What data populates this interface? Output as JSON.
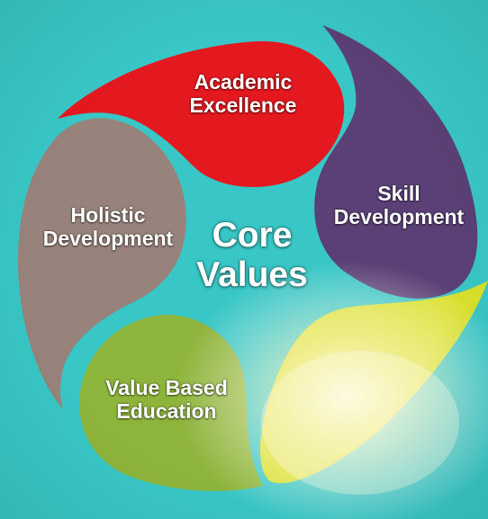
{
  "center": {
    "line1": "Core",
    "line2": "Values"
  },
  "segments": [
    {
      "line1": "Academic",
      "line2": "Excellence",
      "color": "#e4181f"
    },
    {
      "line1": "Skill",
      "line2": "Development",
      "color": "#5a4076"
    },
    {
      "line1": "",
      "line2": "",
      "color": "#d9e02b"
    },
    {
      "line1": "Value Based",
      "line2": "Education",
      "color": "#8db43b"
    },
    {
      "line1": "Holistic",
      "line2": "Development",
      "color": "#97837b"
    }
  ],
  "colors": {
    "background": "#39c6c6",
    "glare": "#fffbe0"
  }
}
